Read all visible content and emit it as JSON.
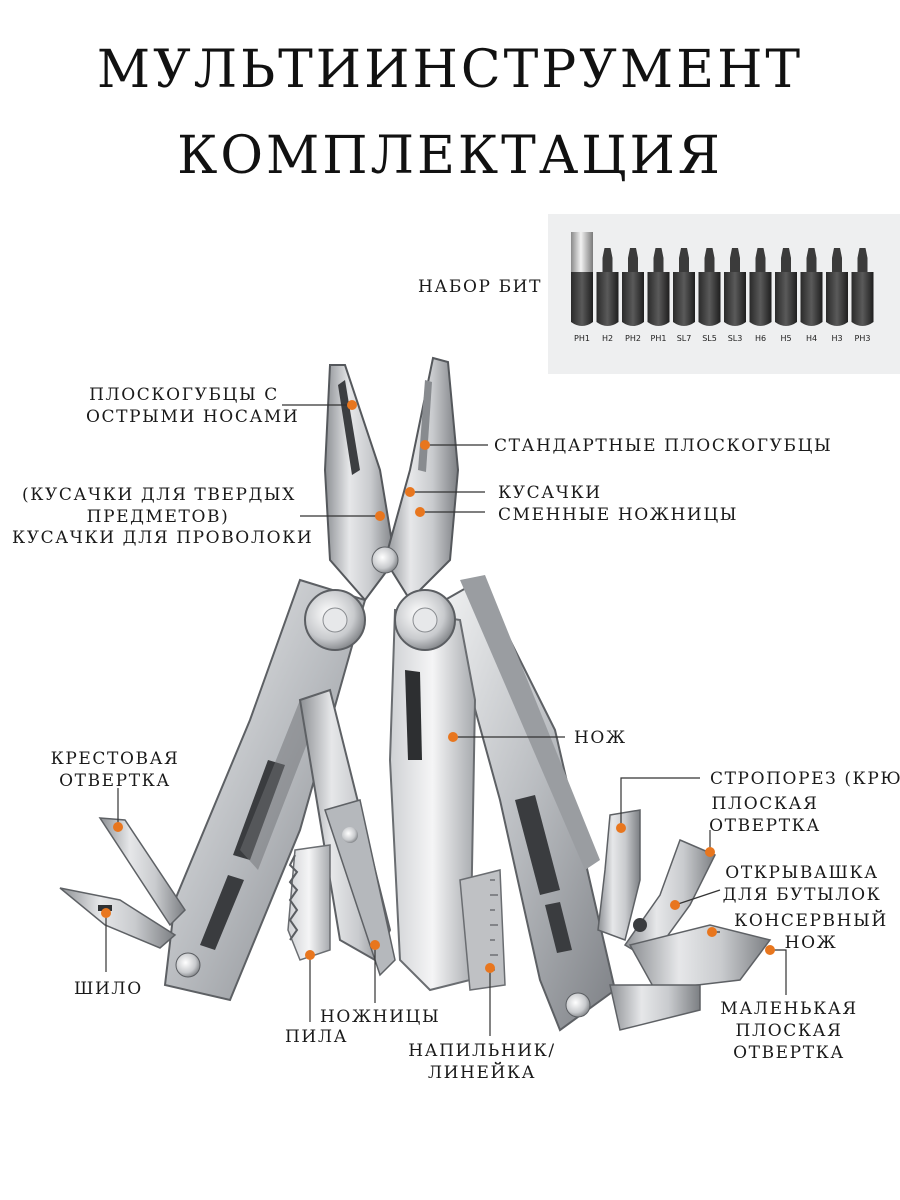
{
  "title": {
    "line1": "МУЛЬТИИНСТРУМЕНТ",
    "line2": "КОМПЛЕКТАЦИЯ"
  },
  "bits": {
    "label": "НАБОР БИТ",
    "items": [
      "PH1",
      "H2",
      "PH2",
      "PH1",
      "SL7",
      "SL5",
      "SL3",
      "H6",
      "H5",
      "H4",
      "H3",
      "PH3"
    ]
  },
  "labels": {
    "needle_pliers": [
      "ПЛОСКОГУБЦЫ С",
      "ОСТРЫМИ НОСАМИ"
    ],
    "standard_pliers": "СТАНДАРТНЫЕ ПЛОСКОГУБЦЫ",
    "hard_cutters": [
      "(КУСАЧКИ ДЛЯ ТВЕРДЫХ",
      "ПРЕДМЕТОВ)"
    ],
    "wire_cutters": "КУСАЧКИ ДЛЯ ПРОВОЛОКИ",
    "cutters": "КУСАЧКИ",
    "replaceable_scissors": "СМЕННЫЕ НОЖНИЦЫ",
    "knife": "НОЖ",
    "phillips": [
      "КРЕСТОВАЯ",
      "ОТВЕРТКА"
    ],
    "strap_cutter": "СТРОПОРЕЗ (КРЮК)",
    "flat_screwdriver": [
      "ПЛОСКАЯ",
      "ОТВЕРТКА"
    ],
    "bottle_opener": [
      "ОТКРЫВАШКА",
      "ДЛЯ БУТЫЛОК"
    ],
    "can_opener": [
      "КОНСЕРВНЫЙ",
      "НОЖ"
    ],
    "awl": "ШИЛО",
    "scissors": "НОЖНИЦЫ",
    "saw": "ПИЛА",
    "file_ruler": [
      "НАПИЛЬНИК/",
      "ЛИНЕЙКА"
    ],
    "small_flat": [
      "МАЛЕНЬКАЯ",
      "ПЛОСКАЯ",
      "ОТВЕРТКА"
    ]
  },
  "colors": {
    "marker": "#e8761e",
    "steel_light": "#d9dadc",
    "steel_dark": "#8d9094",
    "text": "#1a1a1a"
  }
}
